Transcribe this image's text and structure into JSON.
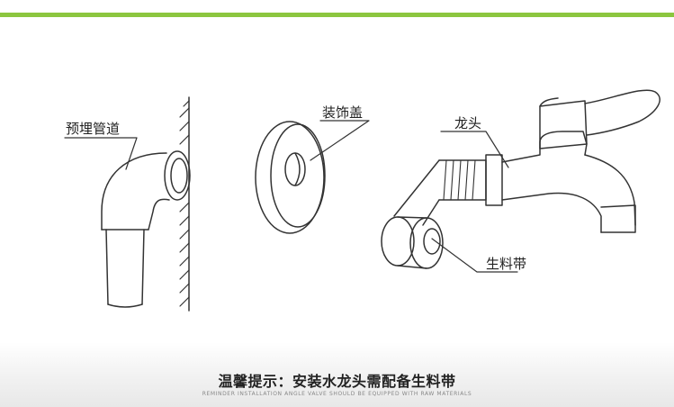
{
  "labels": {
    "embedded_pipe": "预埋管道",
    "decorative_cover": "装饰盖",
    "faucet": "龙头",
    "teflon_tape": "生料带"
  },
  "footer": {
    "title": "温馨提示：安装水龙头需配备生料带",
    "subtitle": "REMINDER INSTALLATION ANGLE VALVE SHOULD BE EQUIPPED WITH RAW MATERIALS"
  },
  "colors": {
    "accent_bar": "#8cc63f",
    "line": "#333333"
  }
}
